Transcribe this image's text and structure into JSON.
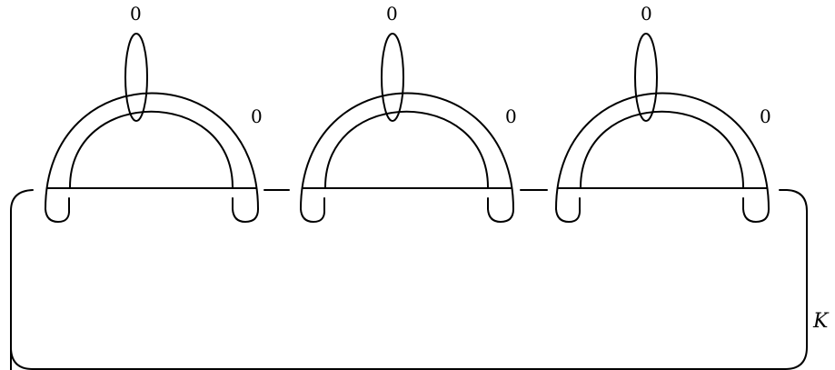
{
  "diagram": {
    "handles": [
      {
        "meridian_framing": "0",
        "band_framing": "0"
      },
      {
        "meridian_framing": "0",
        "band_framing": "0"
      },
      {
        "meridian_framing": "0",
        "band_framing": "0"
      }
    ],
    "knot_label": "K"
  }
}
